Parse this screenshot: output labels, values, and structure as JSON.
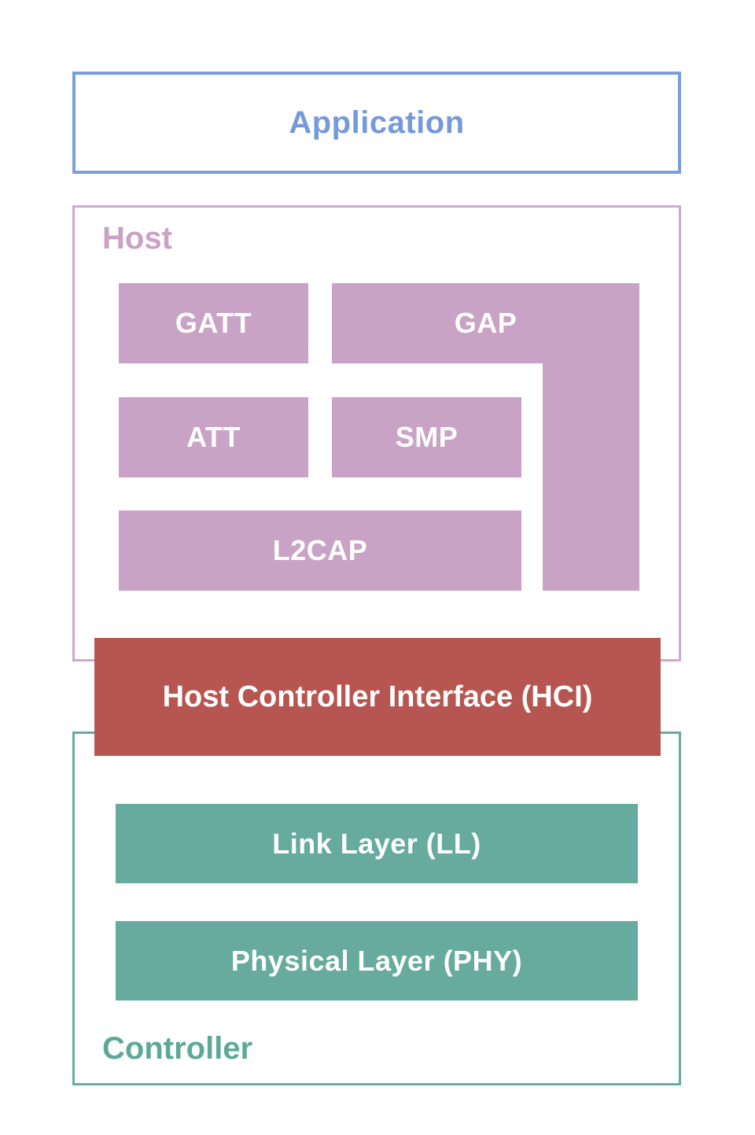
{
  "diagram": {
    "title_semantics": "Bluetooth Low Energy protocol stack",
    "application": {
      "label": "Application"
    },
    "host": {
      "label": "Host",
      "blocks": {
        "gatt": "GATT",
        "gap": "GAP",
        "att": "ATT",
        "smp": "SMP",
        "l2cap": "L2CAP"
      }
    },
    "hci": {
      "label": "Host Controller Interface (HCI)"
    },
    "controller": {
      "label": "Controller",
      "blocks": {
        "link_layer": "Link Layer (LL)",
        "physical_layer": "Physical Layer (PHY)"
      }
    },
    "colors": {
      "application_accent": "#7b9fdd",
      "host_fill": "#c9a3c5",
      "host_border": "#d0a8cc",
      "hci_fill": "#b75551",
      "controller_fill": "#67ab9e",
      "controller_border": "#68ab9e",
      "block_text": "#ffffff",
      "background": "#ffffff"
    }
  }
}
